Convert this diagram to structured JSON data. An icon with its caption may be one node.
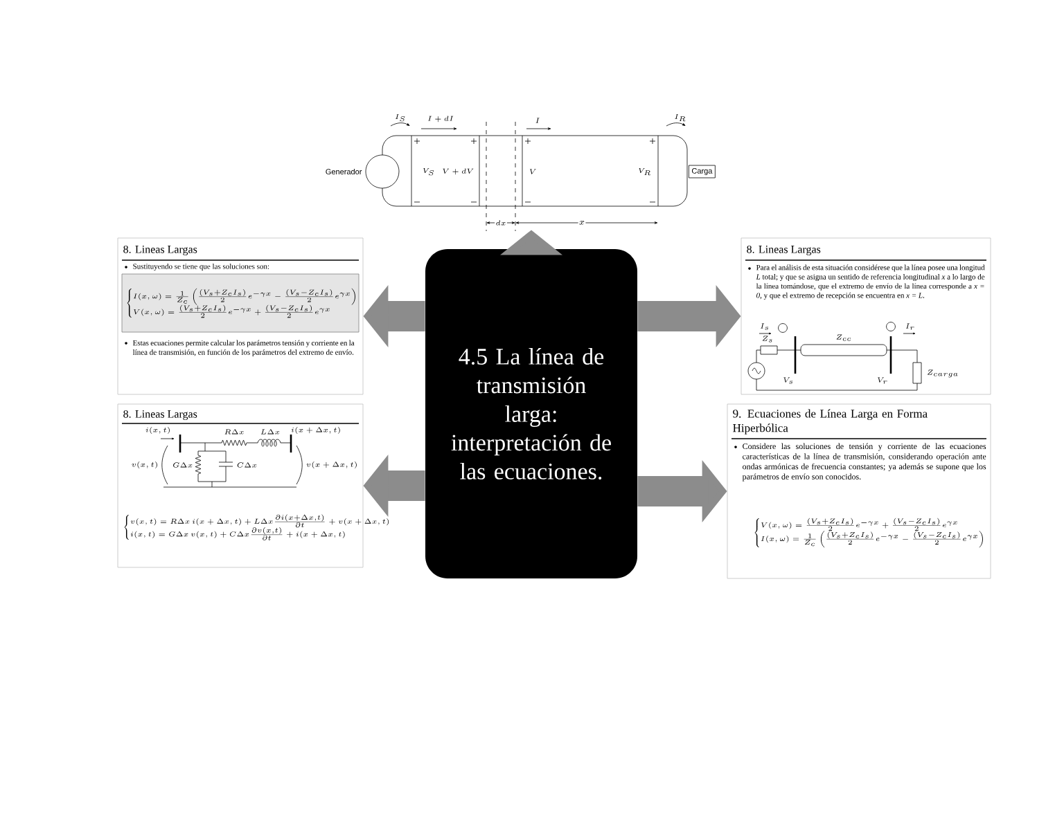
{
  "diagram": {
    "nodes": [
      {
        "text": [
          "4.5 La línea de transmisión larga: interpretación de las ecuaciones."
        ]
      },
      {
        "text": [
          "Generador",
          "Carga",
          "I_S",
          "I + dI",
          "I",
          "I_R",
          "V_S",
          "V + dV",
          "V",
          "V_R",
          "dx",
          "x"
        ]
      },
      {
        "text": [
          "8. Lineas Largas",
          "Sustituyendo se tiene que las soluciones son:",
          "\\begin{cases} I(x,\\omega)=\\frac{1}{Z_c}\\left(\\frac{(V_s+Z_cI_s)}{2}e^{-\\gamma x}-\\frac{(V_s-Z_cI_s)}{2}e^{\\gamma x}\\right)\\\\ V(x,\\omega)=\\frac{(V_s+Z_cI_s)}{2}e^{-\\gamma x}+\\frac{(V_s-Z_cI_s)}{2}e^{\\gamma x}\\end{cases}",
          "Estas ecuaciones permite calcular los parámetros tensión y corriente en la línea de transmisión, en función de los parámetros del extremo de envío."
        ]
      },
      {
        "text": [
          "8. Lineas Largas",
          "i(x,t)",
          "R\\Delta x",
          "L\\Delta x",
          "i(x+\\Delta x,t)",
          "v(x,t)",
          "G\\Delta x",
          "C\\Delta x",
          "v(x+\\Delta x,t)",
          "\\begin{cases} v(x,t)=R\\Delta x\\, i(x+\\Delta x,t)+L\\Delta x\\frac{\\partial i(x+\\Delta x,t)}{\\partial t}+v(x+\\Delta x,t)\\\\ i(x,t)=G\\Delta x\\, v(x,t)+C\\Delta x\\frac{\\partial v(x,t)}{\\partial t}+i(x+\\Delta x,t)\\end{cases}"
        ]
      },
      {
        "text": [
          "8. Lineas Largas",
          "Para el análisis de esta situación considérese que la línea posee una longitud *L* total; y que se asigna un sentido de referencia longitudinal *x* a lo largo de la línea tomándose, que el extremo de envío de la línea corresponde a *x = 0*, y que el extremo de recepción se encuentra en *x = L*.",
          "I_s",
          "Z_s",
          "Z_{cc}",
          "V_s",
          "V_r",
          "I_r",
          "Z_{carga}"
        ]
      },
      {
        "text": [
          "9. Ecuaciones de Línea Larga en Forma Hiperbólica",
          "Considere las soluciones de tensión y corriente de las ecuaciones características de la línea de transmisión, considerando operación ante ondas armónicas de frecuencia constantes; ya además se supone que los parámetros de envío son conocidos.",
          "\\begin{cases} V(x,\\omega)=\\frac{(V_s+Z_cI_s)}{2}e^{-\\gamma x}+\\frac{(V_s-Z_cI_s)}{2}e^{\\gamma x}\\\\ I(x,\\omega)=\\frac{1}{Z_c}\\left(\\frac{(V_s+Z_cI_s)}{2}e^{-\\gamma x}-\\frac{(V_s-Z_cI_s)}{2}e^{\\gamma x}\\right)\\end{cases}"
        ]
      }
    ],
    "edges": [
      {
        "from": 0,
        "to": 1,
        "arrow": "to"
      },
      {
        "from": 0,
        "to": 2,
        "arrow": "to"
      },
      {
        "from": 0,
        "to": 3,
        "arrow": "to"
      },
      {
        "from": 0,
        "to": 4,
        "arrow": "to"
      },
      {
        "from": 0,
        "to": 5,
        "arrow": "to"
      }
    ]
  }
}
